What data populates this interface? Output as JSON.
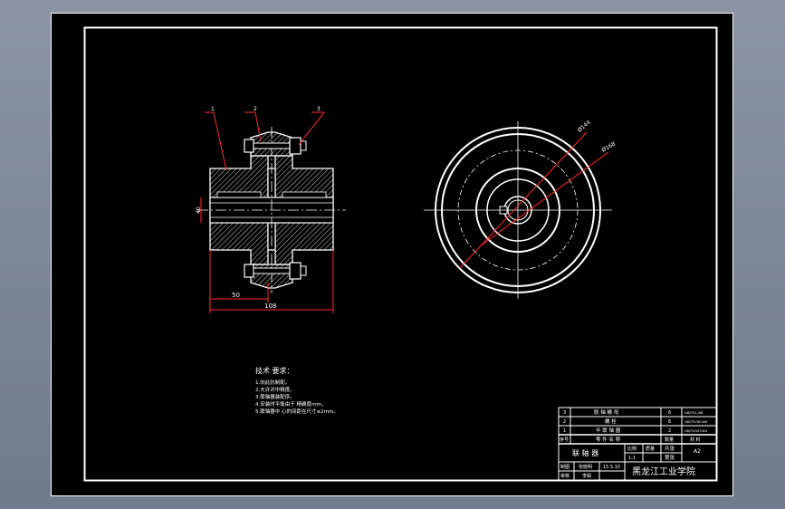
{
  "dims": {
    "d1": "50",
    "d2": "108",
    "d3": "40",
    "r1": "Ø144",
    "r2": "Ø168"
  },
  "callouts": [
    "1",
    "2",
    "3"
  ],
  "tech": {
    "title": "技术 要求：",
    "lines": [
      "1.向此抗制配。",
      "2.允许对中精度。",
      "3.联轴器装配序。",
      "4.安装时平衡由于 精确度mm。",
      "5.联轴器中 心的间距在尺寸≤2mm。"
    ]
  },
  "bom": [
    {
      "no": "3",
      "name": "联 轴 螺 母",
      "qty": "6",
      "mat": "GB/T41-86"
    },
    {
      "no": "2",
      "name": "螺 栓",
      "qty": "6",
      "mat": "GB/T5780-86"
    },
    {
      "no": "1",
      "name": "半 联 轴 器",
      "qty": "2",
      "mat": "GB/T4323-84"
    }
  ],
  "header": {
    "no": "序号",
    "name": "零 件 名 称",
    "qty": "数量",
    "mat": "材 料"
  },
  "title_block": {
    "name": "联 轴 器",
    "scale_label": "比例",
    "scale": "1:1",
    "mass_label": "质量",
    "count_label": "共张",
    "sheet_label": "第张",
    "format": "A2",
    "drawn_label": "制图",
    "drawn_name": "张晓明",
    "date": "15.5.10",
    "check_label": "审核",
    "check_name": "李娟",
    "school": "黑龙江工业学院"
  },
  "colors": {
    "paper": "#000000",
    "line": "#ffffff",
    "hatch": "#d8d8d8",
    "dim": "#ff2a2a",
    "center": "#ffffff"
  }
}
